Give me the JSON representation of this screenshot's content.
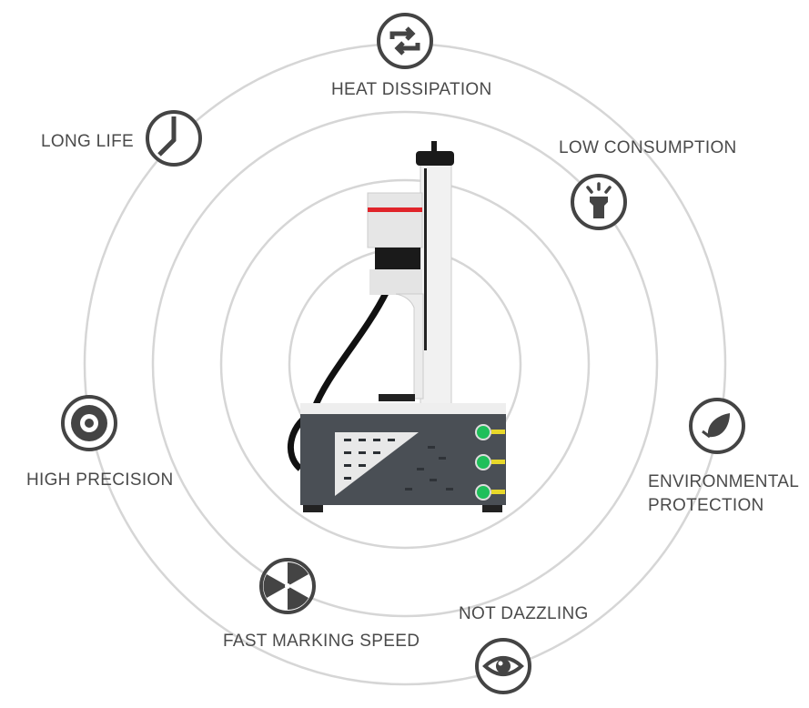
{
  "features": [
    {
      "id": "heat-dissipation",
      "label": "HEAT DISSIPATION",
      "icon": "refresh-arrows-icon"
    },
    {
      "id": "long-life",
      "label": "LONG LIFE",
      "icon": "clock-icon"
    },
    {
      "id": "low-consumption",
      "label": "LOW CONSUMPTION",
      "icon": "flashlight-icon"
    },
    {
      "id": "high-precision",
      "label": "HIGH PRECISION",
      "icon": "target-disc-icon"
    },
    {
      "id": "environmental-protection",
      "label_line1": "ENVIRONMENTAL",
      "label_line2": "PROTECTION",
      "icon": "leaf-icon"
    },
    {
      "id": "fast-marking-speed",
      "label": "FAST MARKING SPEED",
      "icon": "fan-icon"
    },
    {
      "id": "not-dazzling",
      "label": "NOT DAZZLING",
      "icon": "eye-icon"
    }
  ],
  "colors": {
    "ring": "#d4d4d4",
    "icon": "#444444",
    "accent_red": "#e0242a",
    "button_green": "#1fbf5a",
    "body_gray": "#4a4f55"
  }
}
